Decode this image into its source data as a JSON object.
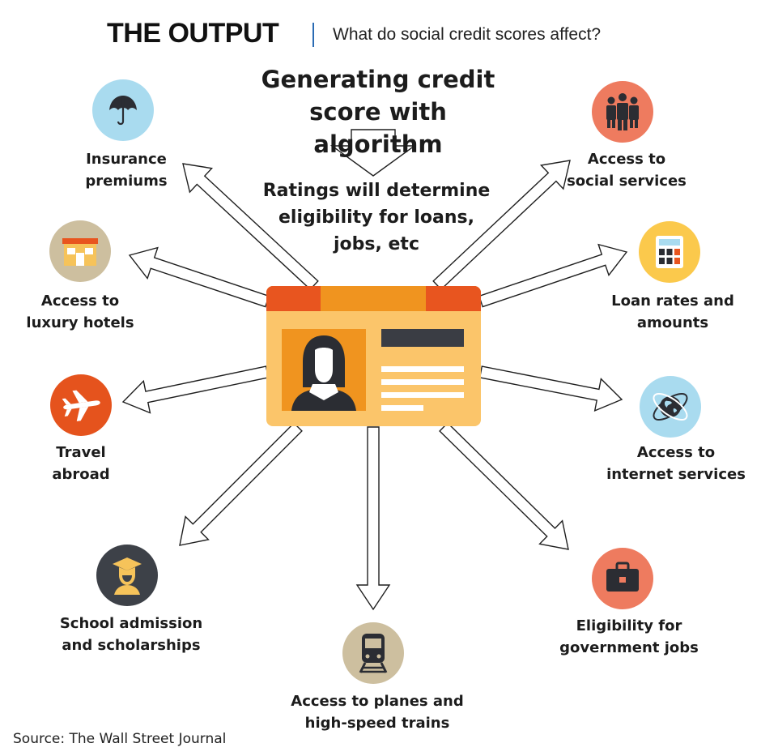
{
  "header": {
    "title": "THE OUTPUT",
    "subtitle": "What do social credit scores affect?"
  },
  "center": {
    "top_heading": "Generating credit score with algorithm",
    "ratings_text": "Ratings will determine eligibility for loans, jobs, etc"
  },
  "outcomes": [
    {
      "id": "insurance",
      "label": "Insurance premiums",
      "icon": "umbrella-icon",
      "color": "#a9dbef"
    },
    {
      "id": "hotels",
      "label": "Access to luxury hotels",
      "icon": "hotel-icon",
      "color": "#cdbf9f"
    },
    {
      "id": "travel",
      "label": "Travel abroad",
      "icon": "airplane-icon",
      "color": "#e5531d"
    },
    {
      "id": "school",
      "label": "School admission and scholarships",
      "icon": "graduate-icon",
      "color": "#3d4148"
    },
    {
      "id": "trains",
      "label": "Access to planes and high-speed trains",
      "icon": "train-icon",
      "color": "#cdbf9f"
    },
    {
      "id": "gov_jobs",
      "label": "Eligibility for government jobs",
      "icon": "briefcase-icon",
      "color": "#ee7b5f"
    },
    {
      "id": "internet",
      "label": "Access to internet services",
      "icon": "globe-icon",
      "color": "#a9dbef"
    },
    {
      "id": "loans",
      "label": "Loan rates and amounts",
      "icon": "calculator-icon",
      "color": "#fbc94c"
    },
    {
      "id": "social",
      "label": "Access to social services",
      "icon": "people-icon",
      "color": "#ee7b5f"
    }
  ],
  "footer": {
    "source": "Source: The Wall Street Journal"
  }
}
